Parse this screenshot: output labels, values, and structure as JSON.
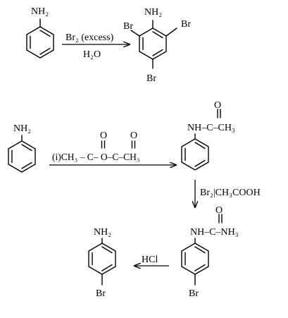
{
  "reaction1": {
    "reactant": {
      "group": "NH₂"
    },
    "arrow": {
      "reagent_top": "Br₂ (excess)",
      "reagent_bottom": "H₂O"
    },
    "product": {
      "top": "NH₂",
      "br_left": "Br",
      "br_right": "Br",
      "br_bottom": "Br"
    }
  },
  "reaction2": {
    "aniline": {
      "group": "NH₂"
    },
    "arrow1": {
      "reagent": "(i)CH₃ – C– O–C–CH₃",
      "o_left": "O",
      "o_right": "O"
    },
    "acetanilide": {
      "o": "O",
      "group": "NH–C–CH₃"
    },
    "arrow2": {
      "reagent": "Br₂|CH₃COOH"
    },
    "intermediate": {
      "o": "O",
      "group": "NH–C–NH₃",
      "br": "Br"
    },
    "arrow3": {
      "reagent": "HCl"
    },
    "product": {
      "top": "NH₂",
      "br": "Br"
    }
  },
  "colors": {
    "ink": "#000000",
    "background": "#ffffff"
  }
}
